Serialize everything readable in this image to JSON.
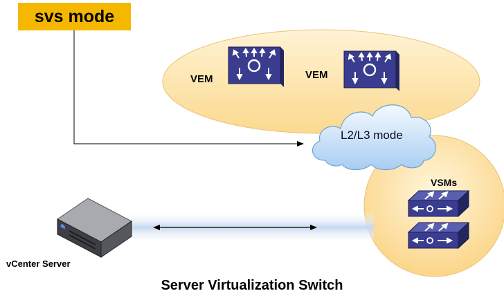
{
  "header": {
    "mode_label": "svs mode"
  },
  "nodes": {
    "vem_1": "VEM",
    "vem_2": "VEM",
    "cloud": "L2/L3 mode",
    "vsm_group": "VSMs",
    "vcenter": "vCenter Server"
  },
  "caption": "Server Virtualization Switch",
  "icons": [
    "vem-switch-icon",
    "vsm-switch-icon",
    "server-icon",
    "cloud-icon"
  ],
  "colors": {
    "mode_box": "#f5b800",
    "ellipse_fill": "#fde3a8",
    "switch_blue": "#3a3d8f",
    "cloud_blue": "#cfe3f9"
  }
}
